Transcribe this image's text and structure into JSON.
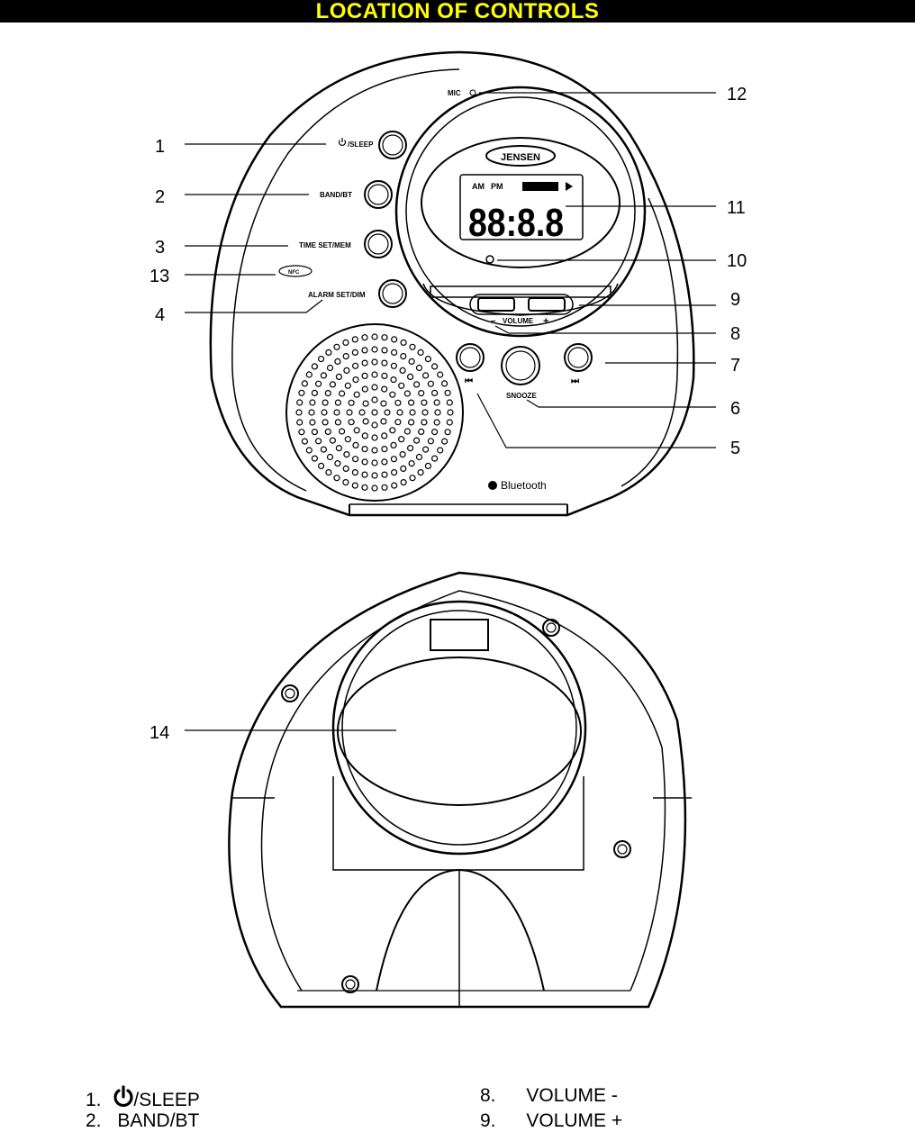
{
  "header": {
    "title": "LOCATION OF CONTROLS"
  },
  "front_view": {
    "panel_labels": {
      "mic": "MIC",
      "power_sleep": "/SLEEP",
      "band_bt": "BAND/BT",
      "time_set_mem": "TIME SET/MEM",
      "nfc": "NFC",
      "alarm_set_dim": "ALARM SET/DIM",
      "brand": "JENSEN",
      "lcd_am": "AM",
      "lcd_pm": "PM",
      "lcd_digits": "88:8.8",
      "volume_minus": "–",
      "volume": "VOLUME",
      "volume_plus": "+",
      "snooze": "SNOOZE",
      "prev": "⏮",
      "next": "⏭",
      "bluetooth": "Bluetooth"
    },
    "callouts": [
      "1",
      "2",
      "3",
      "13",
      "4",
      "12",
      "11",
      "10",
      "9",
      "8",
      "7",
      "6",
      "5"
    ]
  },
  "back_view": {
    "callouts": [
      "14"
    ]
  },
  "legend": [
    {
      "num": "1.",
      "text": "/SLEEP",
      "icon": "power-icon"
    },
    {
      "num": "2.",
      "text": "BAND/BT"
    },
    {
      "num": "8.",
      "text": "VOLUME -"
    },
    {
      "num": "9.",
      "text": "VOLUME +"
    }
  ]
}
